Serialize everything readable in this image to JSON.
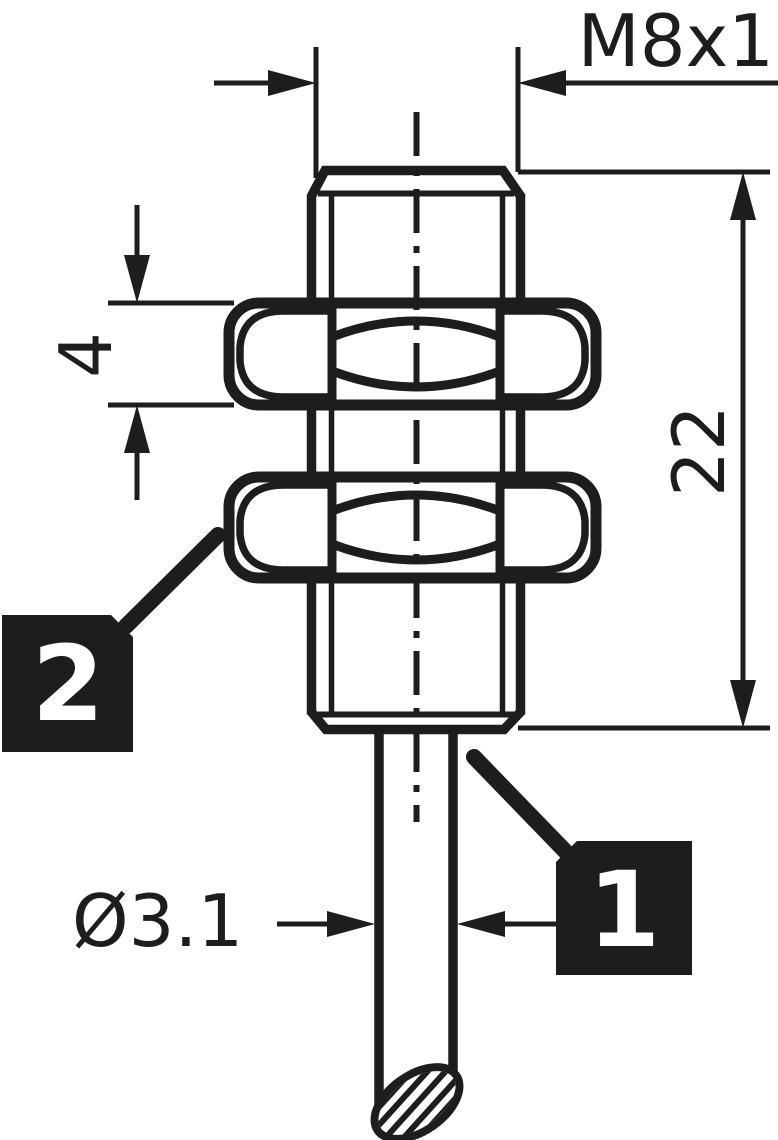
{
  "drawing": {
    "colors": {
      "ink": "#1d1d1b",
      "paper": "#ffffff"
    },
    "dimensions": {
      "thread_label": "M8x1",
      "overall_length": "22",
      "nut_thickness": "4",
      "probe_diameter": "Ø3.1"
    },
    "callouts": {
      "probe_label": "1",
      "nut_label": "2"
    }
  }
}
